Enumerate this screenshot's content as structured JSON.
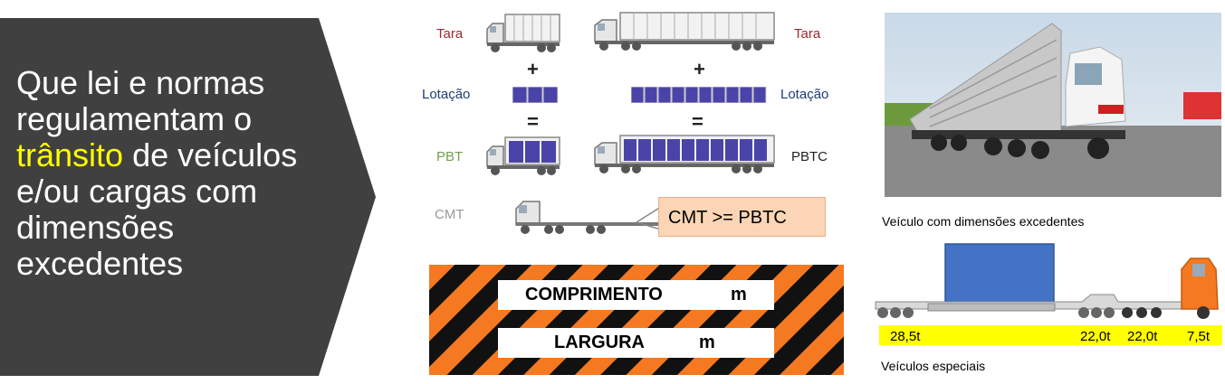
{
  "left_panel": {
    "question_before": "Que lei e normas regulamentam o",
    "question_highlight": "trânsito",
    "question_after": "de veículos e/ou cargas com dimensões excedentes"
  },
  "diagram": {
    "tara_left": "Tara",
    "tara_right": "Tara",
    "lotacao_left": "Lotação",
    "lotacao_right": "Lotação",
    "pbt": "PBT",
    "pbtc": "PBTC",
    "cmt": "CMT",
    "plus": "+",
    "equals": "=",
    "cmt_formula": "CMT >= PBTC"
  },
  "warning_sign": {
    "length_label": "COMPRIMENTO",
    "length_unit": "m",
    "width_label": "LARGURA",
    "width_unit": "m"
  },
  "right_panel": {
    "caption_oversize": "Veículo com dimensões excedentes",
    "caption_special": "Veículos especiais",
    "axle_loads": [
      "28,5t",
      "22,0t",
      "22,0t",
      "7,5t"
    ]
  },
  "colors": {
    "panel_bg": "#404040",
    "highlight": "#ffff00",
    "stripe_orange": "#f47920",
    "cargo_blue": "#4472c4",
    "formula_box": "#fbd5b5"
  }
}
